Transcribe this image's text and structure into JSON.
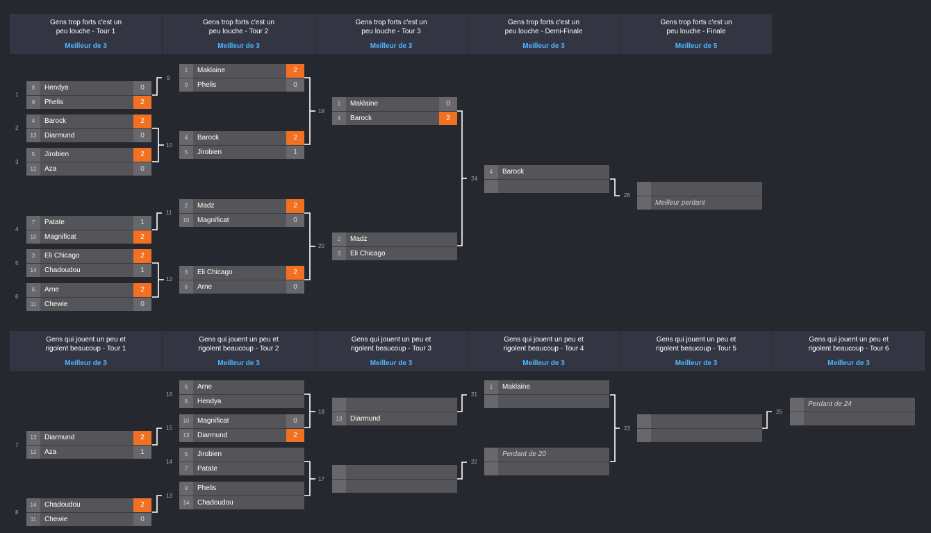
{
  "upper": {
    "rounds": [
      {
        "line1": "Gens trop forts c'est un",
        "line2": "peu louche - Tour 1",
        "bo": "Meilleur de 3"
      },
      {
        "line1": "Gens trop forts c'est un",
        "line2": "peu louche - Tour 2",
        "bo": "Meilleur de 3"
      },
      {
        "line1": "Gens trop forts c'est un",
        "line2": "peu louche - Tour 3",
        "bo": "Meilleur de 3"
      },
      {
        "line1": "Gens trop forts c'est un",
        "line2": "peu louche - Demi-Finale",
        "bo": "Meilleur de 3"
      },
      {
        "line1": "Gens trop forts c'est un",
        "line2": "peu louche - Finale",
        "bo": "Meilleur de 5"
      }
    ]
  },
  "lower": {
    "rounds": [
      {
        "line1": "Gens qui jouent un peu et",
        "line2": "rigolent beaucoup - Tour 1",
        "bo": "Meilleur de 3"
      },
      {
        "line1": "Gens qui jouent un peu et",
        "line2": "rigolent beaucoup - Tour 2",
        "bo": "Meilleur de 3"
      },
      {
        "line1": "Gens qui jouent un peu et",
        "line2": "rigolent beaucoup - Tour 3",
        "bo": "Meilleur de 3"
      },
      {
        "line1": "Gens qui jouent un peu et",
        "line2": "rigolent beaucoup - Tour 4",
        "bo": "Meilleur de 3"
      },
      {
        "line1": "Gens qui jouent un peu et",
        "line2": "rigolent beaucoup - Tour 5",
        "bo": "Meilleur de 3"
      },
      {
        "line1": "Gens qui jouent un peu et",
        "line2": "rigolent beaucoup - Tour 6",
        "bo": "Meilleur de 3"
      }
    ]
  },
  "matches": [
    {
      "id": "1",
      "slots": [
        {
          "seed": "8",
          "name": "Hendya",
          "score": "0",
          "win": false
        },
        {
          "seed": "9",
          "name": "Phelis",
          "score": "2",
          "win": true
        }
      ]
    },
    {
      "id": "2",
      "slots": [
        {
          "seed": "4",
          "name": "Barock",
          "score": "2",
          "win": true
        },
        {
          "seed": "13",
          "name": "Diarmund",
          "score": "0",
          "win": false
        }
      ]
    },
    {
      "id": "3",
      "slots": [
        {
          "seed": "5",
          "name": "Jirobien",
          "score": "2",
          "win": true
        },
        {
          "seed": "12",
          "name": "Aza",
          "score": "0",
          "win": false
        }
      ]
    },
    {
      "id": "4",
      "slots": [
        {
          "seed": "7",
          "name": "Patate",
          "score": "1",
          "win": false
        },
        {
          "seed": "10",
          "name": "Magnificat",
          "score": "2",
          "win": true
        }
      ]
    },
    {
      "id": "5",
      "slots": [
        {
          "seed": "3",
          "name": "Eli Chicago",
          "score": "2",
          "win": true
        },
        {
          "seed": "14",
          "name": "Chadoudou",
          "score": "1",
          "win": false
        }
      ]
    },
    {
      "id": "6",
      "slots": [
        {
          "seed": "6",
          "name": "Arne",
          "score": "2",
          "win": true
        },
        {
          "seed": "11",
          "name": "Chewie",
          "score": "0",
          "win": false
        }
      ]
    },
    {
      "id": "9",
      "slots": [
        {
          "seed": "1",
          "name": "Maklaine",
          "score": "2",
          "win": true
        },
        {
          "seed": "9",
          "name": "Phelis",
          "score": "0",
          "win": false
        }
      ]
    },
    {
      "id": "10",
      "slots": [
        {
          "seed": "4",
          "name": "Barock",
          "score": "2",
          "win": true
        },
        {
          "seed": "5",
          "name": "Jirobien",
          "score": "1",
          "win": false
        }
      ]
    },
    {
      "id": "11",
      "slots": [
        {
          "seed": "2",
          "name": "Madz",
          "score": "2",
          "win": true
        },
        {
          "seed": "10",
          "name": "Magnificat",
          "score": "0",
          "win": false
        }
      ]
    },
    {
      "id": "12",
      "slots": [
        {
          "seed": "3",
          "name": "Eli Chicago",
          "score": "2",
          "win": true
        },
        {
          "seed": "6",
          "name": "Arne",
          "score": "0",
          "win": false
        }
      ]
    },
    {
      "id": "19",
      "slots": [
        {
          "seed": "1",
          "name": "Maklaine",
          "score": "0",
          "win": false
        },
        {
          "seed": "4",
          "name": "Barock",
          "score": "2",
          "win": true
        }
      ]
    },
    {
      "id": "20",
      "slots": [
        {
          "seed": "2",
          "name": "Madz",
          "score": "",
          "win": false
        },
        {
          "seed": "3",
          "name": "Eli Chicago",
          "score": "",
          "win": false
        }
      ]
    },
    {
      "id": "24",
      "slots": [
        {
          "seed": "4",
          "name": "Barock",
          "score": "",
          "win": false
        },
        {
          "seed": "",
          "name": "",
          "score": "",
          "win": false
        }
      ]
    },
    {
      "id": "26",
      "slots": [
        {
          "seed": "",
          "name": "",
          "score": "",
          "win": false
        },
        {
          "seed": "",
          "name": "Meilleur perdant",
          "score": "",
          "win": false,
          "italic": true
        }
      ]
    },
    {
      "id": "7",
      "slots": [
        {
          "seed": "13",
          "name": "Diarmund",
          "score": "2",
          "win": true
        },
        {
          "seed": "12",
          "name": "Aza",
          "score": "1",
          "win": false
        }
      ]
    },
    {
      "id": "8",
      "slots": [
        {
          "seed": "14",
          "name": "Chadoudou",
          "score": "2",
          "win": true
        },
        {
          "seed": "11",
          "name": "Chewie",
          "score": "0",
          "win": false
        }
      ]
    },
    {
      "id": "16",
      "slots": [
        {
          "seed": "6",
          "name": "Arne",
          "score": "",
          "win": false
        },
        {
          "seed": "8",
          "name": "Hendya",
          "score": "",
          "win": false
        }
      ]
    },
    {
      "id": "15",
      "slots": [
        {
          "seed": "10",
          "name": "Magnificat",
          "score": "0",
          "win": false
        },
        {
          "seed": "13",
          "name": "Diarmund",
          "score": "2",
          "win": true
        }
      ]
    },
    {
      "id": "14",
      "slots": [
        {
          "seed": "5",
          "name": "Jirobien",
          "score": "",
          "win": false
        },
        {
          "seed": "7",
          "name": "Patate",
          "score": "",
          "win": false
        }
      ]
    },
    {
      "id": "13",
      "slots": [
        {
          "seed": "9",
          "name": "Phelis",
          "score": "",
          "win": false
        },
        {
          "seed": "14",
          "name": "Chadoudou",
          "score": "",
          "win": false
        }
      ]
    },
    {
      "id": "18",
      "slots": [
        {
          "seed": "",
          "name": "",
          "score": "",
          "win": false
        },
        {
          "seed": "13",
          "name": "Diarmund",
          "score": "",
          "win": false
        }
      ]
    },
    {
      "id": "17",
      "slots": [
        {
          "seed": "",
          "name": "",
          "score": "",
          "win": false
        },
        {
          "seed": "",
          "name": "",
          "score": "",
          "win": false
        }
      ]
    },
    {
      "id": "21",
      "slots": [
        {
          "seed": "1",
          "name": "Maklaine",
          "score": "",
          "win": false
        },
        {
          "seed": "",
          "name": "",
          "score": "",
          "win": false
        }
      ]
    },
    {
      "id": "22",
      "slots": [
        {
          "seed": "",
          "name": "Perdant de 20",
          "score": "",
          "win": false,
          "italic": true
        },
        {
          "seed": "",
          "name": "",
          "score": "",
          "win": false
        }
      ]
    },
    {
      "id": "23",
      "slots": [
        {
          "seed": "",
          "name": "",
          "score": "",
          "win": false
        },
        {
          "seed": "",
          "name": "",
          "score": "",
          "win": false
        }
      ]
    },
    {
      "id": "25",
      "slots": [
        {
          "seed": "",
          "name": "Perdant de 24",
          "score": "",
          "win": false,
          "italic": true
        },
        {
          "seed": "",
          "name": "",
          "score": "",
          "win": false
        }
      ]
    }
  ],
  "colors": {
    "bg": "#262830",
    "header": "#333642",
    "accent": "#4db6ff",
    "win": "#f27022",
    "slot": "#555559"
  }
}
